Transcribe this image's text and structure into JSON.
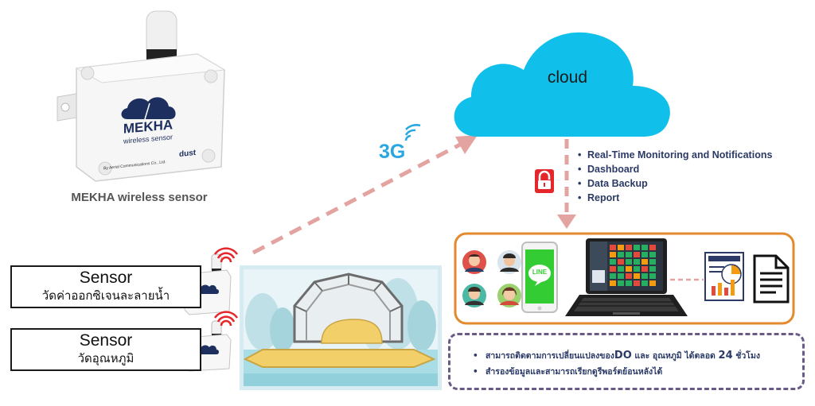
{
  "cloud": {
    "label": "cloud"
  },
  "network": {
    "label": "3G"
  },
  "features": [
    "Real-Time Monitoring and Notifications",
    "Dashboard",
    "Data Backup",
    "Report"
  ],
  "product": {
    "brand": "MEKHA",
    "brand_sub": "wireless sensor",
    "maker": "By Aerial Communications Co., Ltd.",
    "partner": "dust",
    "caption": "MEKHA wireless sensor"
  },
  "sensors": [
    {
      "title": "Sensor",
      "desc": "วัดค่าออกซิเจนละลายน้ำ"
    },
    {
      "title": "Sensor",
      "desc": "วัดอุณหภูมิ"
    }
  ],
  "info": {
    "line1_pre": "สามารถติดตามการเปลี่ยนแปลงของ",
    "line1_do": "DO",
    "line1_mid": " และ อุณหภูมิ ได้ตลอด ",
    "line1_num": "24",
    "line1_post": " ชั่วโมง",
    "line2": "สำรองข้อมูลและสามารถเรียกดูรีพอร์ตย้อนหลังได้"
  },
  "phone_app": "LINE",
  "colors": {
    "cloud": "#11c0ea",
    "arrow": "#e3a3a0",
    "lock": "#e5262b",
    "panel_border": "#e28a2d",
    "info_border": "#6a5a86",
    "text_navy": "#2b3a66",
    "line_green": "#33cc33"
  }
}
